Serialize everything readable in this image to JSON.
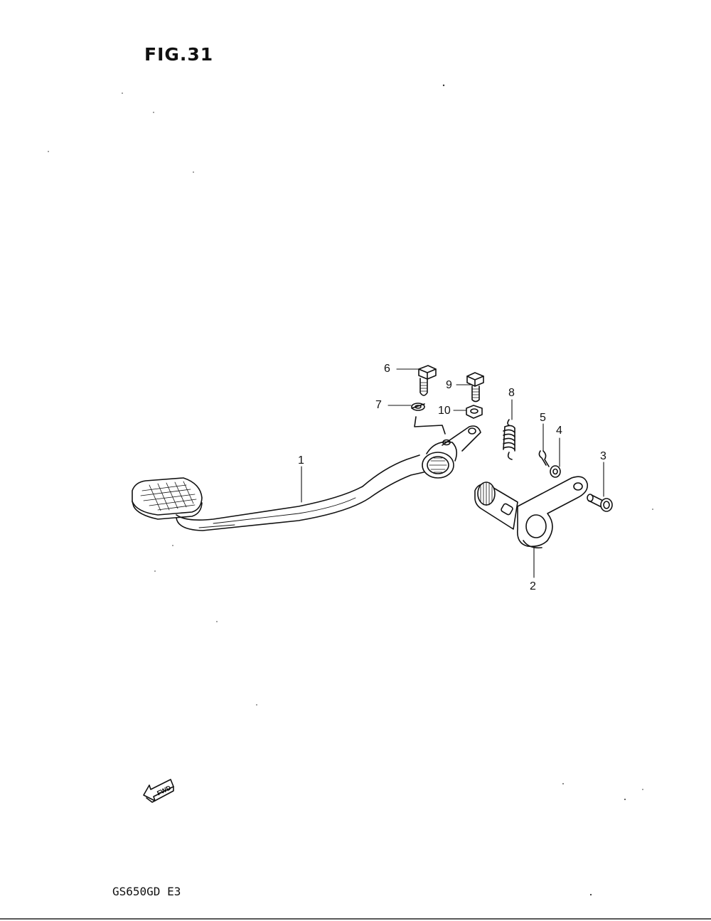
{
  "figure": {
    "title": "FIG.31",
    "model": "GS650GD E3",
    "fwd_label": "FWD"
  },
  "callouts": [
    {
      "id": "1",
      "label": "1"
    },
    {
      "id": "2",
      "label": "2"
    },
    {
      "id": "3",
      "label": "3"
    },
    {
      "id": "4",
      "label": "4"
    },
    {
      "id": "5",
      "label": "5"
    },
    {
      "id": "6",
      "label": "6"
    },
    {
      "id": "7",
      "label": "7"
    },
    {
      "id": "8",
      "label": "8"
    },
    {
      "id": "9",
      "label": "9"
    },
    {
      "id": "10",
      "label": "10"
    }
  ]
}
